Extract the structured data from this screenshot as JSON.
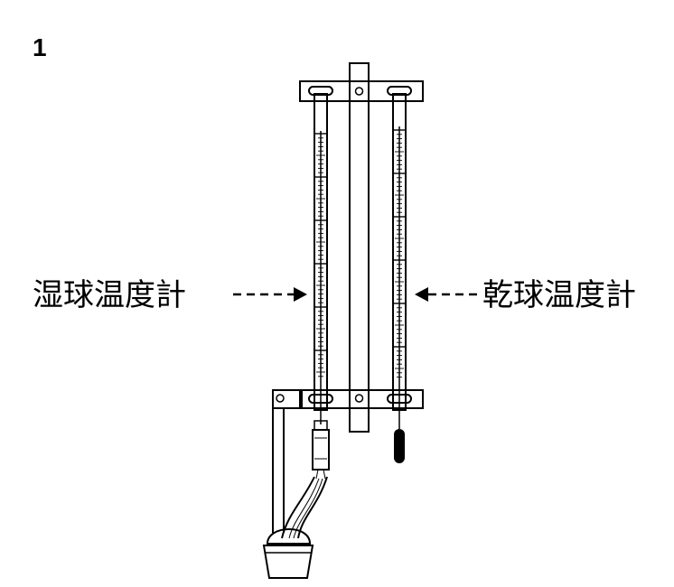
{
  "figure_number": "1",
  "labels": {
    "wet_bulb": "湿球温度計",
    "dry_bulb": "乾球温度計"
  }
}
